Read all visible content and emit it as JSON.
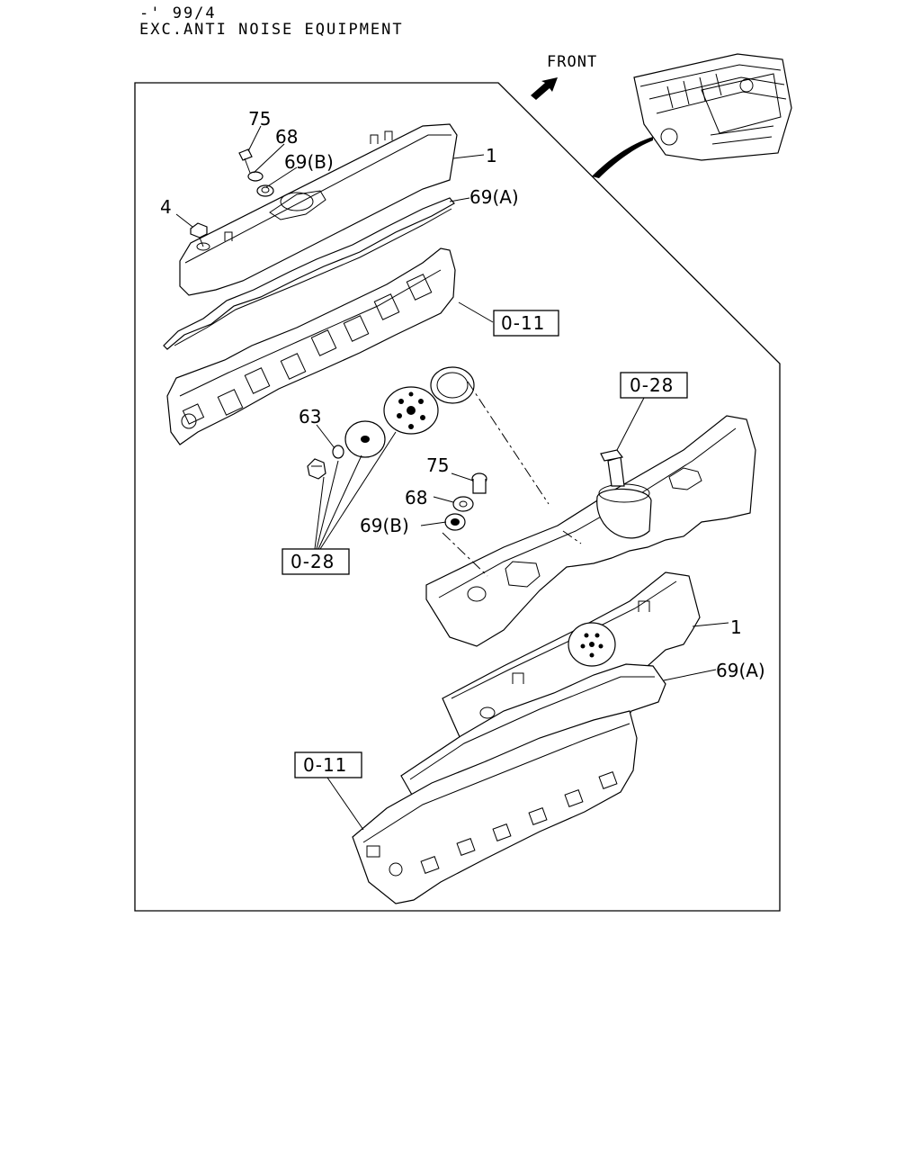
{
  "header": {
    "line1": "-' 99/4",
    "line2": "EXC.ANTI NOISE EQUIPMENT"
  },
  "front_label": "FRONT",
  "callouts": {
    "top_75": "75",
    "top_68": "68",
    "top_69b": "69(B)",
    "top_1": "1",
    "top_4": "4",
    "top_69a": "69(A)",
    "top_ref_011": "0-11",
    "mid_ref_028": "0-28",
    "mid_63": "63",
    "mid_75": "75",
    "mid_68": "68",
    "mid_69b": "69(B)",
    "left_ref_028": "0-28",
    "bot_1": "1",
    "bot_69a": "69(A)",
    "bot_ref_011": "0-11"
  }
}
